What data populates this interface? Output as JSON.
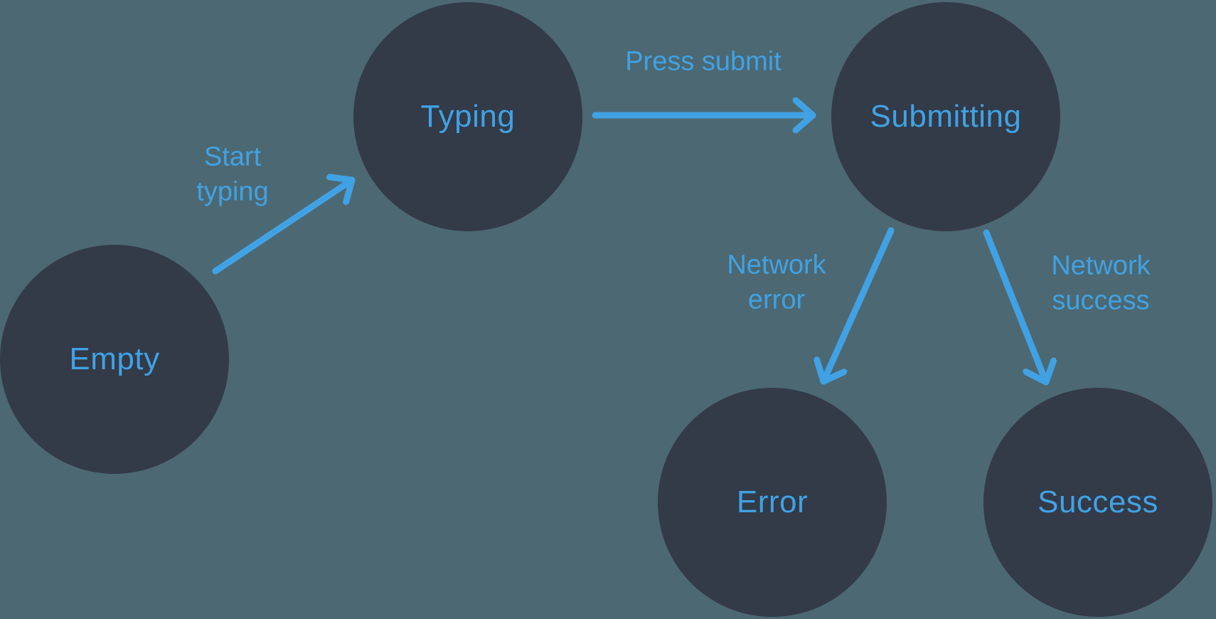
{
  "diagram": {
    "type": "state-machine",
    "colors": {
      "background": "#4C6872",
      "node_fill": "#333A48",
      "accent": "#40A2E4"
    },
    "states": [
      {
        "id": "empty",
        "label": "Empty"
      },
      {
        "id": "typing",
        "label": "Typing"
      },
      {
        "id": "submitting",
        "label": "Submitting"
      },
      {
        "id": "error",
        "label": "Error"
      },
      {
        "id": "success",
        "label": "Success"
      }
    ],
    "transitions": [
      {
        "from": "empty",
        "to": "typing",
        "label": "Start typing",
        "lines": [
          "Start",
          "typing"
        ]
      },
      {
        "from": "typing",
        "to": "submitting",
        "label": "Press submit",
        "lines": [
          "Press submit"
        ]
      },
      {
        "from": "submitting",
        "to": "error",
        "label": "Network error",
        "lines": [
          "Network",
          "error"
        ]
      },
      {
        "from": "submitting",
        "to": "success",
        "label": "Network success",
        "lines": [
          "Network",
          "success"
        ]
      }
    ]
  }
}
